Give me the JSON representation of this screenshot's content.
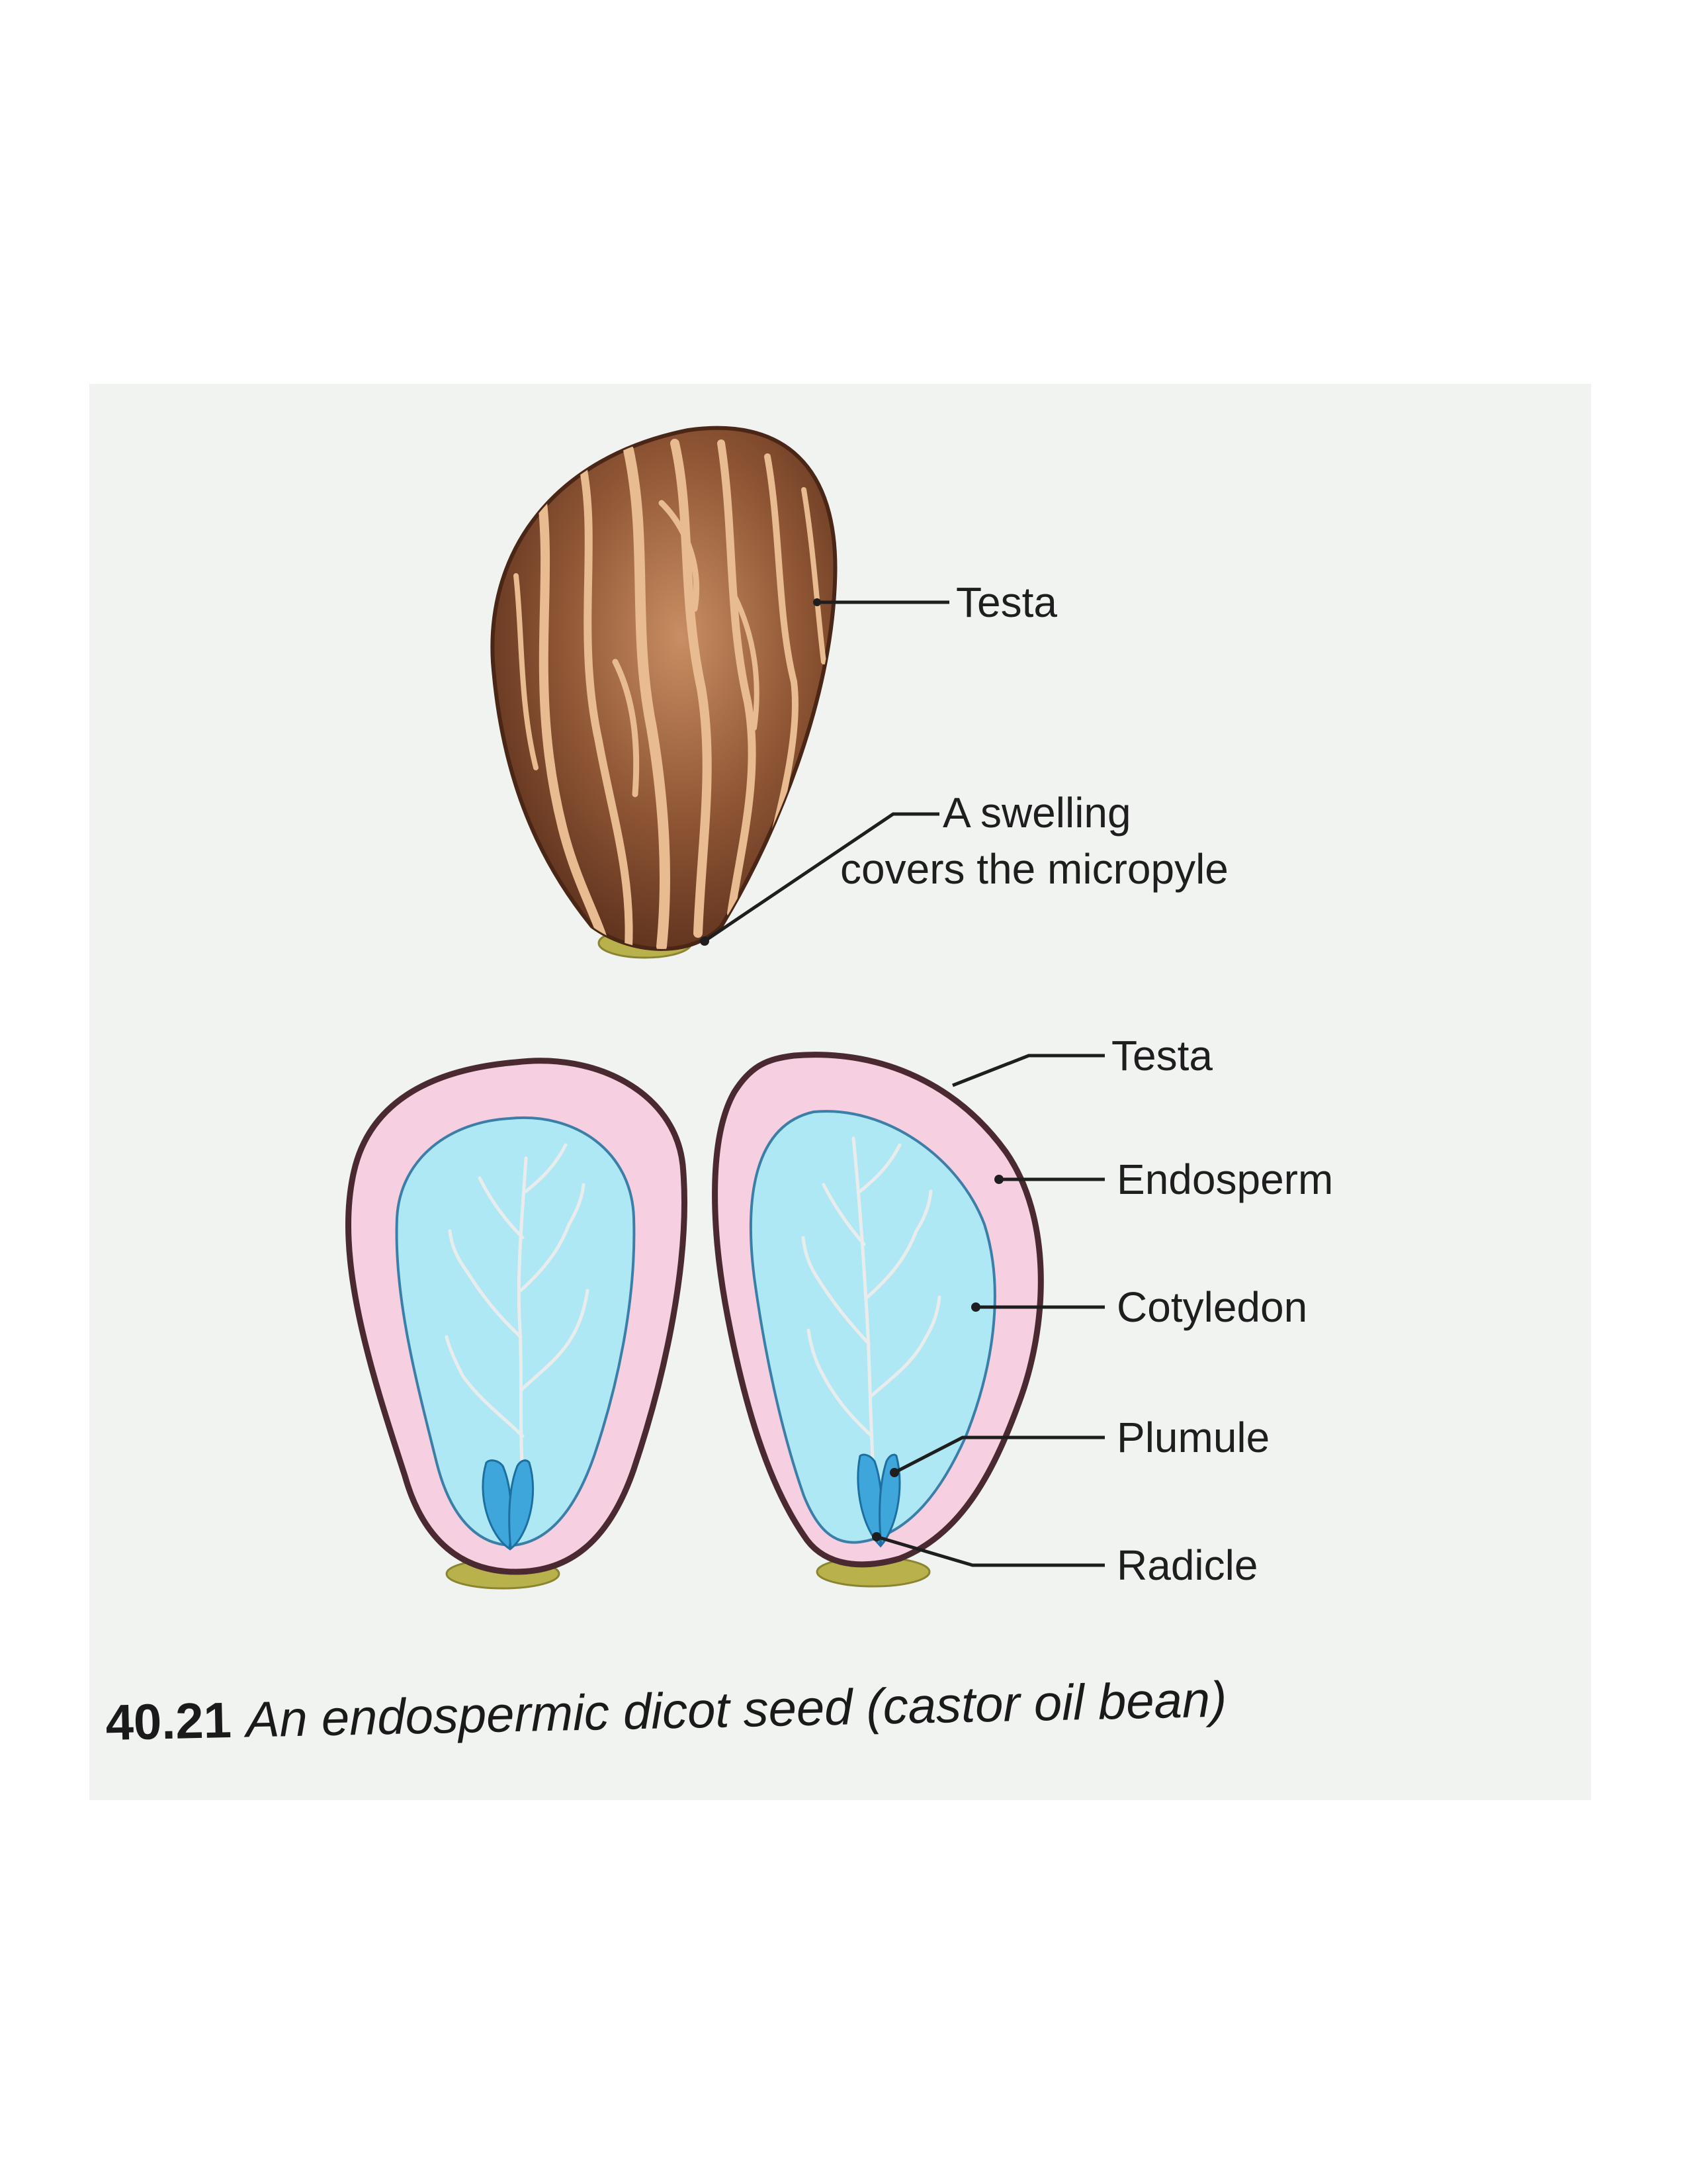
{
  "labels": {
    "testa_top": "Testa",
    "swelling_line1": "A swelling",
    "swelling_line2": "covers the micropyle",
    "testa_section": "Testa",
    "endosperm": "Endosperm",
    "cotyledon": "Cotyledon",
    "plumule": "Plumule",
    "radicle": "Radicle"
  },
  "caption": {
    "number": "40.21",
    "text": "An endospermic dicot seed (castor oil bean)"
  },
  "colors": {
    "panel": "#f1f3f1",
    "testa_brown": "#6b3a24",
    "testa_stripe": "#e3b48a",
    "endosperm_pink": "#f6cfe0",
    "cotyledon_blue": "#aee8f4",
    "embryo_blue": "#3fa6dc",
    "caruncle": "#b9b24c"
  }
}
